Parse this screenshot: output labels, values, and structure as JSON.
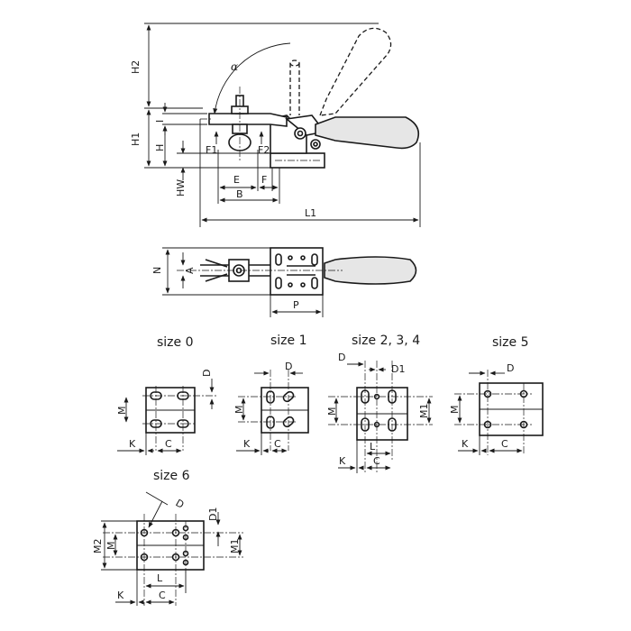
{
  "side_view": {
    "labels": {
      "H2": "H2",
      "H1": "H1",
      "H": "H",
      "I": "I",
      "HW": "HW",
      "F1": "F1",
      "F2": "F2",
      "E": "E",
      "B": "B",
      "F": "F",
      "L1": "L1",
      "alpha": "α"
    }
  },
  "top_view": {
    "labels": {
      "N": "N",
      "A": "A",
      "P": "P"
    }
  },
  "sizes": {
    "size0": {
      "title": "size 0",
      "D": "D",
      "M": "M",
      "K": "K",
      "C": "C"
    },
    "size1": {
      "title": "size 1",
      "D": "D",
      "M": "M",
      "K": "K",
      "C": "C"
    },
    "size234": {
      "title": "size 2, 3, 4",
      "D": "D",
      "D1": "D1",
      "M": "M",
      "M1": "M1",
      "K": "K",
      "C": "C",
      "L": "L"
    },
    "size5": {
      "title": "size 5",
      "D": "D",
      "M": "M",
      "K": "K",
      "C": "C"
    },
    "size6": {
      "title": "size 6",
      "D": "D",
      "D1": "D1",
      "M": "M",
      "M1": "M1",
      "M2": "M2",
      "K": "K",
      "C": "C",
      "L": "L"
    }
  },
  "colors": {
    "line": "#1a1a1a",
    "background": "#ffffff",
    "handle": "#e6e6e6"
  }
}
